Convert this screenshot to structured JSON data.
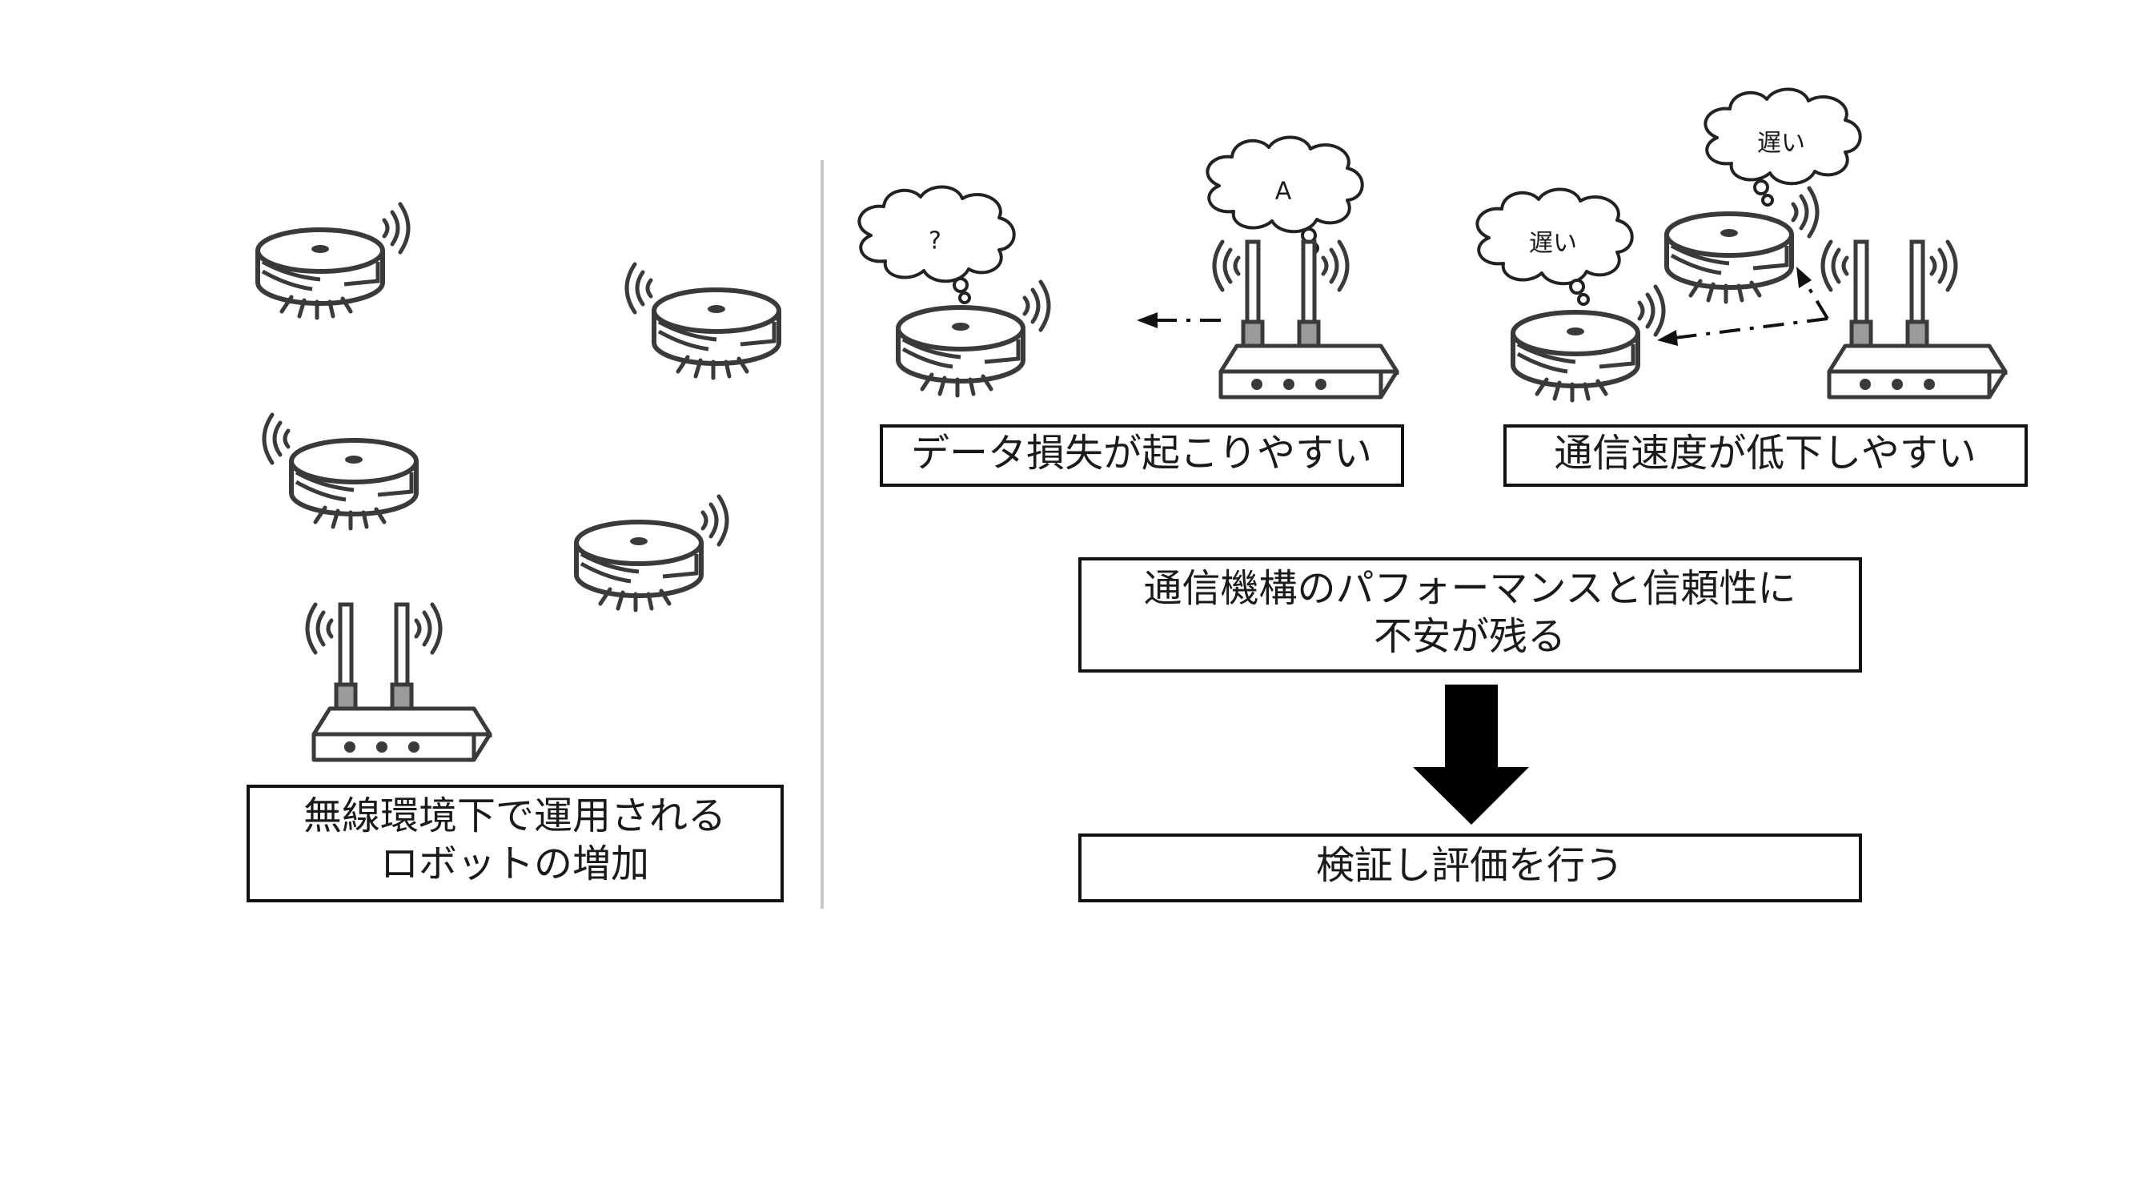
{
  "left_panel": {
    "caption_line1": "無線環境下で運用される",
    "caption_line2": "ロボットの増加"
  },
  "loss_panel": {
    "bubble_text": "?",
    "router_bubble_text": "A",
    "caption": "データ損失が起こりやすい"
  },
  "slow_panel": {
    "bubble_text_1": "遅い",
    "bubble_text_2": "遅い",
    "caption": "通信速度が低下しやすい"
  },
  "concern_box": {
    "line1": "通信機構のパフォーマンスと信頼性に",
    "line2": "不安が残る"
  },
  "result_box": {
    "text": "検証し評価を行う"
  },
  "colors": {
    "stroke": "#3a3a3a",
    "antenna_base": "#9a9a9a",
    "divider": "#c8c8c8",
    "arrow": "#000000"
  }
}
